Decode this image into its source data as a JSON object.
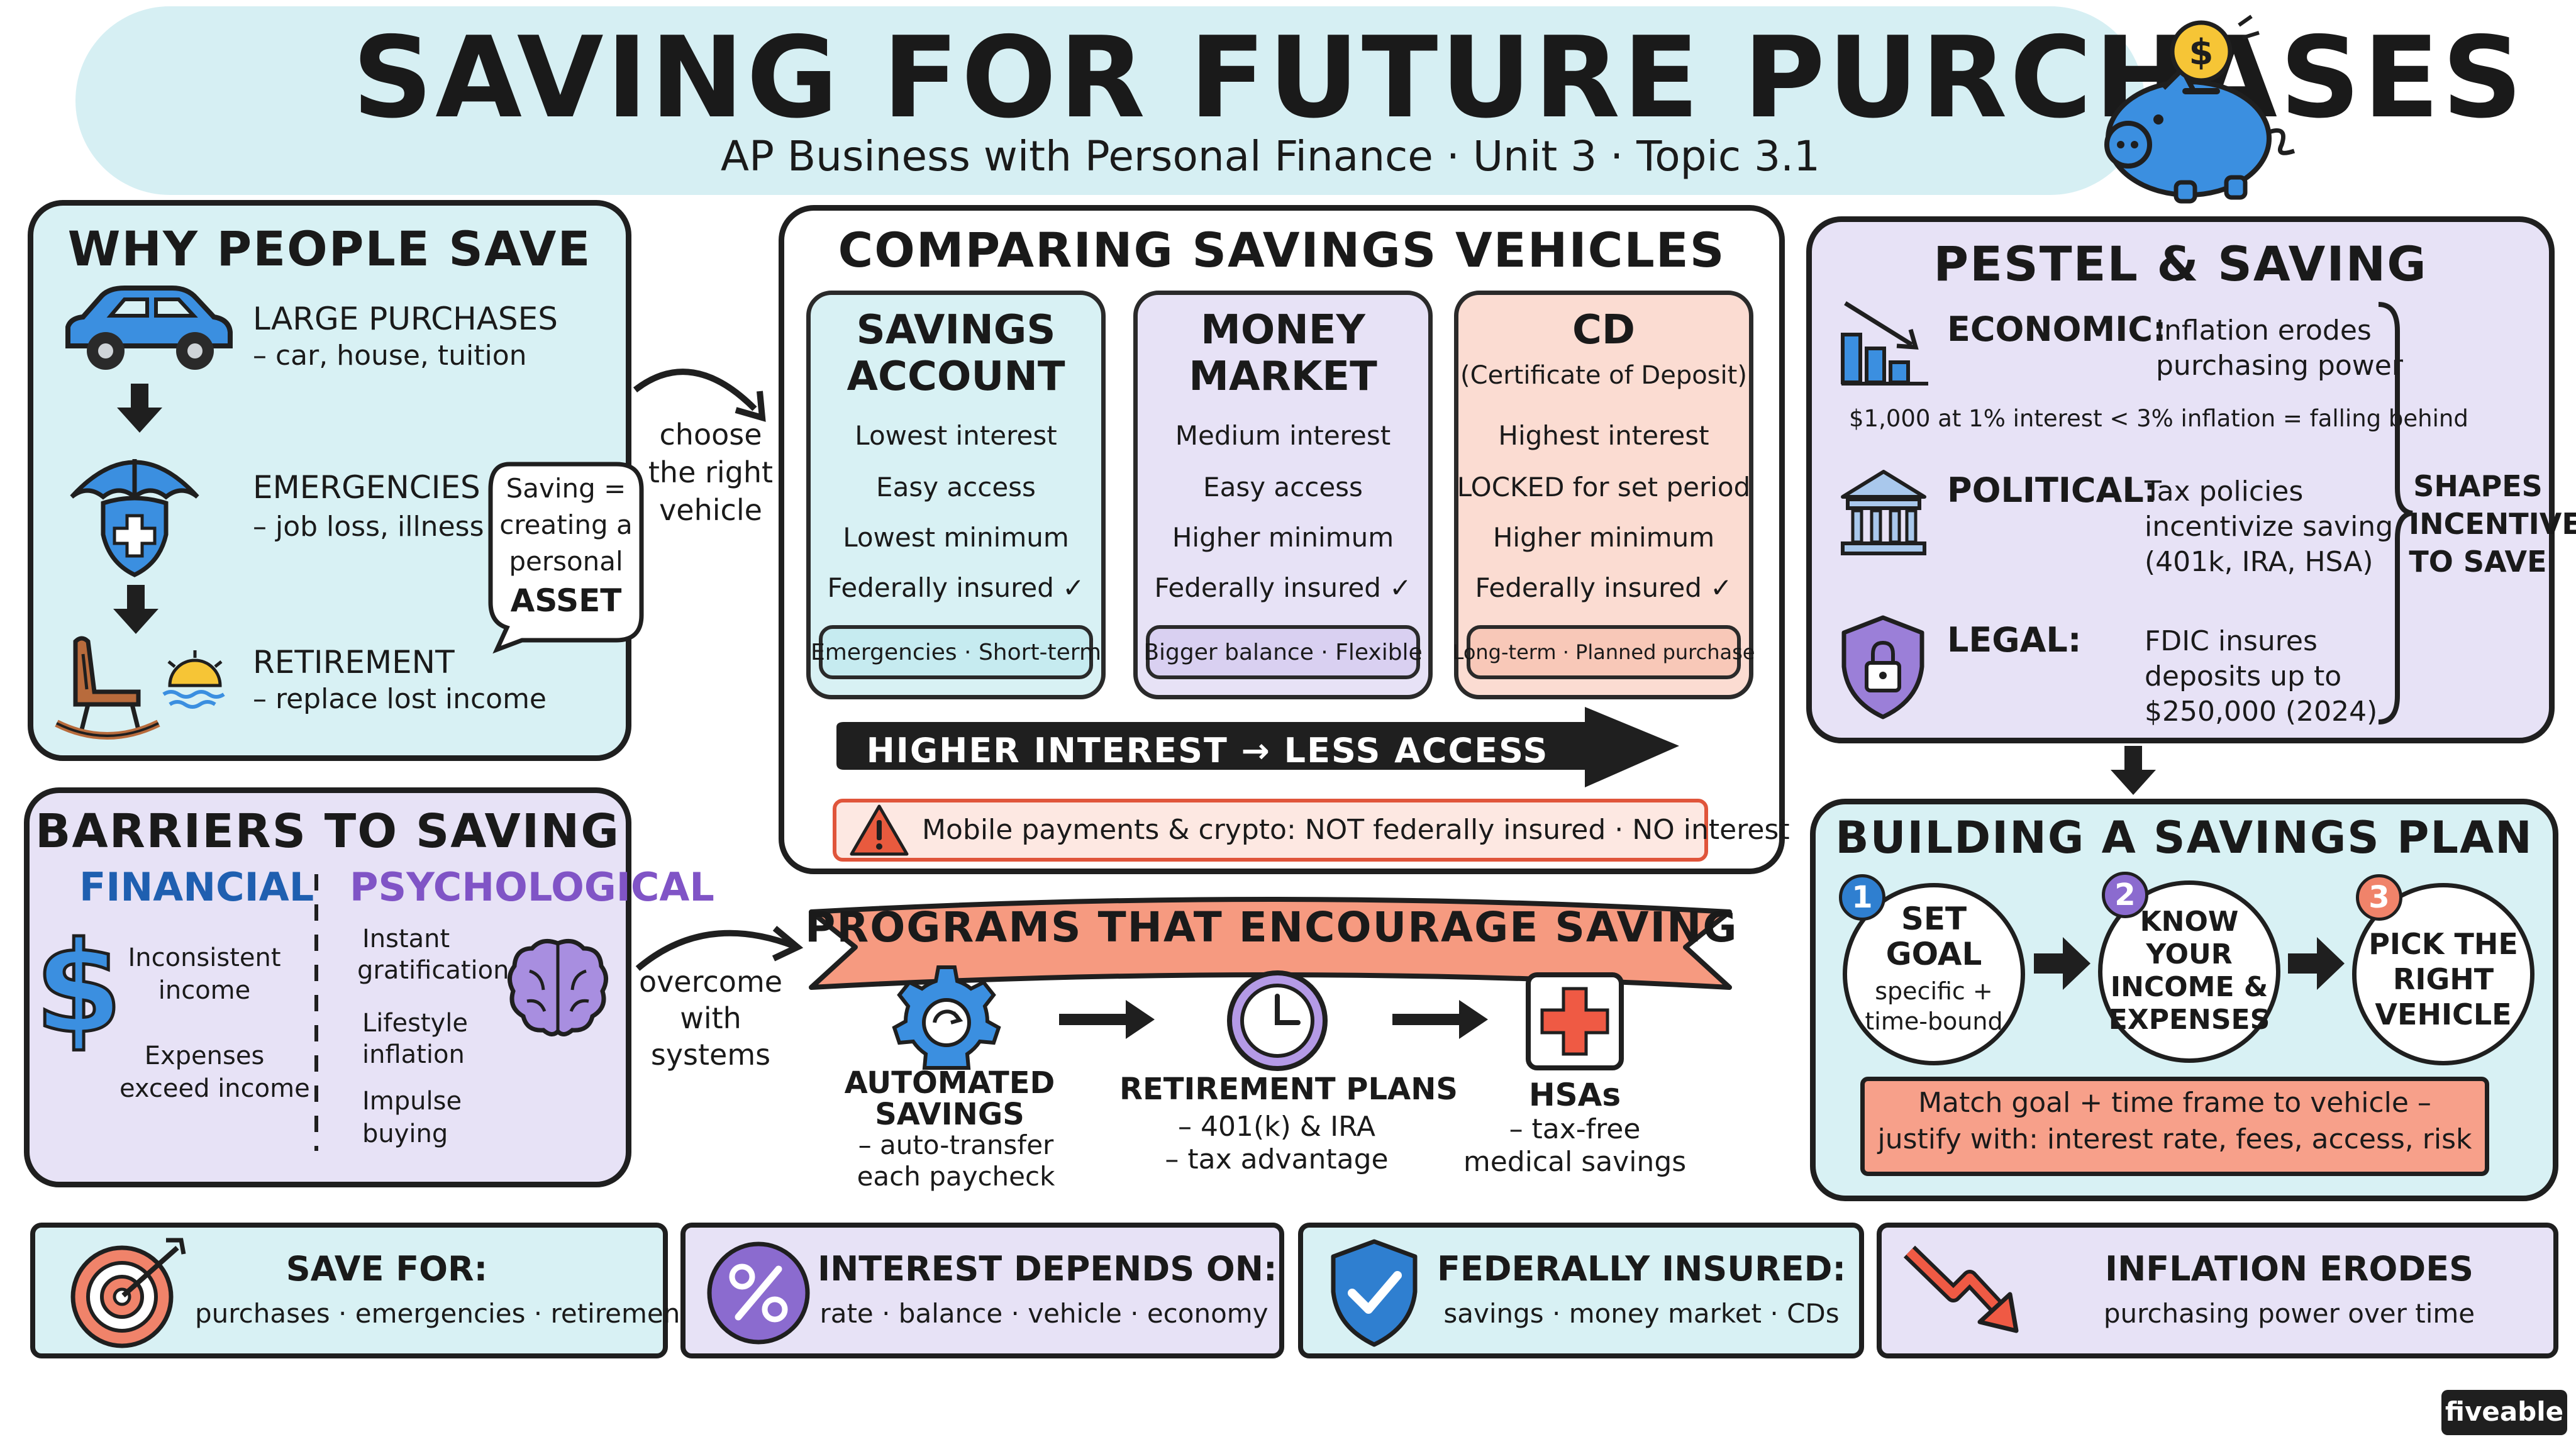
{
  "header": {
    "title": "SAVING FOR FUTURE PURCHASES",
    "subtitle": "AP Business with Personal Finance · Unit 3 · Topic 3.1"
  },
  "why": {
    "title": "WHY PEOPLE SAVE",
    "items": [
      {
        "head": "LARGE PURCHASES",
        "sub": "– car, house, tuition"
      },
      {
        "head": "EMERGENCIES",
        "sub": "– job loss, illness"
      },
      {
        "head": "RETIREMENT",
        "sub": "– replace lost income"
      }
    ],
    "bubble": [
      "Saving =",
      "creating a",
      "personal",
      "ASSET"
    ]
  },
  "choose": [
    "choose",
    "the right",
    "vehicle"
  ],
  "overcome": [
    "overcome",
    "with",
    "systems"
  ],
  "compare": {
    "title": "COMPARING SAVINGS VEHICLES",
    "columns": [
      {
        "title": [
          "SAVINGS",
          "ACCOUNT"
        ],
        "rows": [
          "Lowest interest",
          "Easy access",
          "Lowest minimum",
          "Federally insured ✓"
        ],
        "tag": "Emergencies · Short-term"
      },
      {
        "title": [
          "MONEY",
          "MARKET"
        ],
        "rows": [
          "Medium interest",
          "Easy access",
          "Higher minimum",
          "Federally insured ✓"
        ],
        "tag": "Bigger balance · Flexible"
      },
      {
        "title": [
          "CD",
          "(Certificate of Deposit)"
        ],
        "rows": [
          "Highest interest",
          "LOCKED for set period",
          "Higher minimum",
          "Federally insured ✓"
        ],
        "tag": "Long-term · Planned purchase"
      }
    ],
    "arrow": "HIGHER INTEREST → LESS ACCESS",
    "warning": "Mobile payments & crypto: NOT federally insured · NO interest"
  },
  "pestel": {
    "title": "PESTEL & SAVING",
    "economic": {
      "label": "ECONOMIC:",
      "text": [
        "Inflation erodes",
        "purchasing power"
      ],
      "note": "$1,000 at 1% interest < 3% inflation = falling behind"
    },
    "political": {
      "label": "POLITICAL:",
      "text": [
        "Tax policies",
        "incentivize saving",
        "(401k, IRA, HSA)"
      ]
    },
    "legal": {
      "label": "LEGAL:",
      "text": [
        "FDIC insures",
        "deposits up to",
        "$250,000 (2024)"
      ]
    },
    "brace": [
      "SHAPES",
      "INCENTIVE",
      "TO SAVE"
    ]
  },
  "barriers": {
    "title": "BARRIERS TO SAVING",
    "financial": {
      "head": "FINANCIAL",
      "items": [
        [
          "Inconsistent",
          "income"
        ],
        [
          "Expenses",
          "exceed income"
        ]
      ]
    },
    "psychological": {
      "head": "PSYCHOLOGICAL",
      "items": [
        [
          "Instant",
          "gratification"
        ],
        [
          "Lifestyle",
          "inflation"
        ],
        [
          "Impulse",
          "buying"
        ]
      ]
    }
  },
  "programs": {
    "title": "PROGRAMS THAT ENCOURAGE SAVING",
    "items": [
      {
        "head": [
          "AUTOMATED",
          "SAVINGS"
        ],
        "sub": [
          "– auto-transfer",
          "each paycheck"
        ]
      },
      {
        "head": [
          "RETIREMENT PLANS"
        ],
        "sub": [
          "– 401(k) & IRA",
          "– tax advantage"
        ]
      },
      {
        "head": [
          "HSAs"
        ],
        "sub": [
          "– tax-free",
          "medical savings"
        ]
      }
    ]
  },
  "plan": {
    "title": "BUILDING A SAVINGS PLAN",
    "steps": [
      {
        "n": "1",
        "head": [
          "SET",
          "GOAL"
        ],
        "sub": [
          "specific +",
          "time-bound"
        ]
      },
      {
        "n": "2",
        "head": [
          "KNOW",
          "YOUR",
          "INCOME &",
          "EXPENSES"
        ],
        "sub": []
      },
      {
        "n": "3",
        "head": [
          "PICK THE",
          "RIGHT",
          "VEHICLE"
        ],
        "sub": []
      }
    ],
    "note": [
      "Match goal + time frame to vehicle –",
      "justify with: interest rate, fees, access, risk"
    ]
  },
  "bottom": [
    {
      "head": "SAVE FOR:",
      "sub": "purchases · emergencies · retirement"
    },
    {
      "head": "INTEREST DEPENDS ON:",
      "sub": "rate · balance · vehicle · economy"
    },
    {
      "head": "FEDERALLY INSURED:",
      "sub": "savings · money market · CDs"
    },
    {
      "head": "INFLATION ERODES",
      "sub": "purchasing power over time"
    }
  ],
  "brand": "fiveable",
  "colors": {
    "teal": "#d8f1f4",
    "lavender": "#e7e2f6",
    "peach": "#fbdcd2",
    "blue": "#2f7fd0",
    "purple": "#8b6bcf",
    "coral": "#f0836a",
    "dark": "#1f1f1f"
  }
}
